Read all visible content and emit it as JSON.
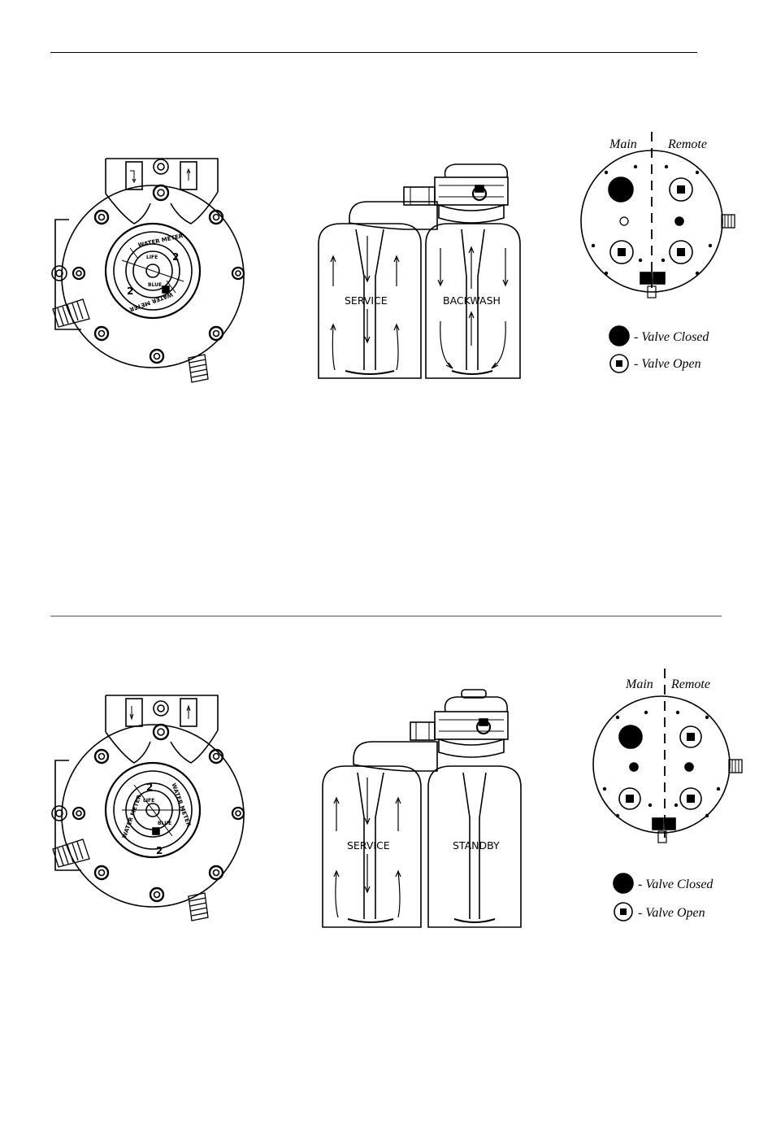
{
  "panels": [
    {
      "id": "top",
      "meter": {
        "ring_text_1": "WATER METER",
        "ring_text_2": "WATER METER",
        "digit_a": "2",
        "digit_b": "2",
        "inner_text_1": "LIFE",
        "inner_text_2": "BLUE"
      },
      "tanks": {
        "left_label": "SERVICE",
        "right_label": "BACKWASH"
      },
      "valve_map": {
        "main_label": "Main",
        "remote_label": "Remote",
        "legend": {
          "closed": "- Valve Closed",
          "open": "- Valve Open"
        }
      }
    },
    {
      "id": "bottom",
      "meter": {
        "ring_text_1": "WATER METER",
        "ring_text_2": "WATER METER",
        "digit_a": "2",
        "digit_b": "2",
        "inner_text_1": "LIFE",
        "inner_text_2": "BLUE"
      },
      "tanks": {
        "left_label": "SERVICE",
        "right_label": "STANDBY"
      },
      "valve_map": {
        "main_label": "Main",
        "remote_label": "Remote",
        "legend": {
          "closed": "- Valve Closed",
          "open": "- Valve Open"
        }
      }
    }
  ]
}
